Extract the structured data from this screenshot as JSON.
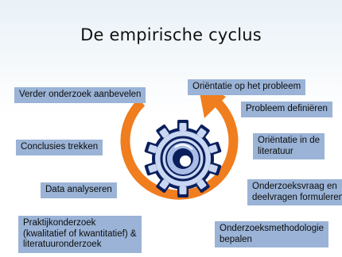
{
  "title": "De empirische cyclus",
  "colors": {
    "box_fill": "#9ab3d6",
    "arrow": "#f07d1e",
    "gear_dark": "#0b1f5c",
    "gear_light": "#c9d7f2"
  },
  "icons": {
    "center": "gear-icon",
    "cycle": "circular-arrow-icon"
  },
  "steps": [
    {
      "lines": [
        "Oriëntatie op het probleem"
      ]
    },
    {
      "lines": [
        "Probleem definiëren"
      ]
    },
    {
      "lines": [
        "Oriëntatie in de",
        "literatuur"
      ]
    },
    {
      "lines": [
        "Onderzoeksvraag en",
        "deelvragen formuleren"
      ]
    },
    {
      "lines": [
        "Onderzoeksmethodologie",
        "bepalen"
      ]
    },
    {
      "lines": [
        "Praktijkonderzoek",
        "(kwalitatief of kwantitatief) &",
        "literatuuronderzoek"
      ]
    },
    {
      "lines": [
        "Data analyseren"
      ]
    },
    {
      "lines": [
        "Conclusies trekken"
      ]
    },
    {
      "lines": [
        "Verder onderzoek aanbevelen"
      ]
    }
  ]
}
